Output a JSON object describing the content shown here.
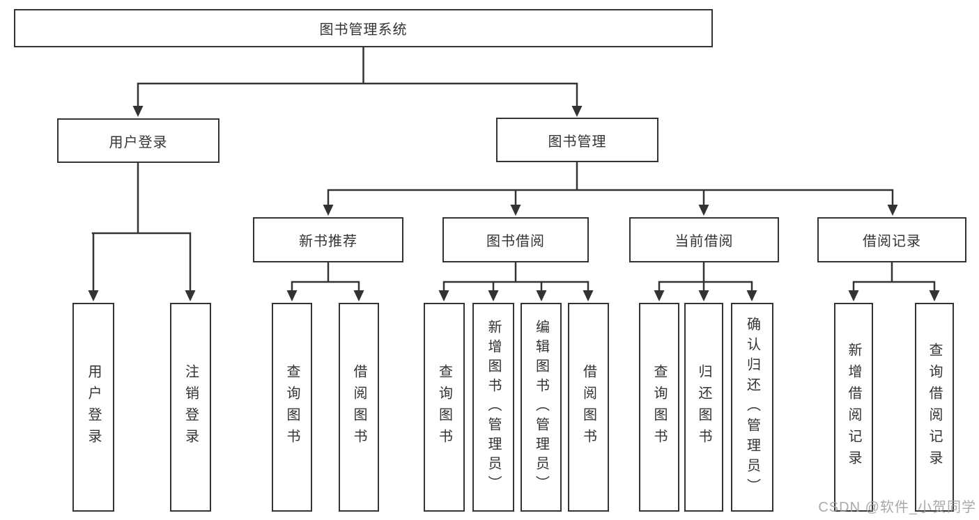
{
  "diagram": {
    "type": "hierarchy-tree",
    "title": "图书管理系统",
    "colors": {
      "line": "#333333",
      "box_border": "#333333",
      "box_fill": "#ffffff",
      "text": "#333333",
      "watermark": "#9d9d9d"
    },
    "nodes": {
      "root": {
        "label": "图书管理系统"
      },
      "userLogin": {
        "label": "用户登录"
      },
      "bookMgmt": {
        "label": "图书管理"
      },
      "newBookRec": {
        "label": "新书推荐"
      },
      "bookBorrow": {
        "label": "图书借阅"
      },
      "currentBorrow": {
        "label": "当前借阅"
      },
      "borrowRecords": {
        "label": "借阅记录"
      },
      "leafUserLogin": {
        "label": "用户登录"
      },
      "leafLogout": {
        "label": "注销登录"
      },
      "recQuery": {
        "label": "查询图书"
      },
      "recBorrow": {
        "label": "借阅图书"
      },
      "bbQuery": {
        "label": "查询图书"
      },
      "bbAdd": {
        "label": "新增图书（管理员）"
      },
      "bbEdit": {
        "label": "编辑图书（管理员）"
      },
      "bbBorrow": {
        "label": "借阅图书"
      },
      "cbQuery": {
        "label": "查询图书"
      },
      "cbReturn": {
        "label": "归还图书"
      },
      "cbConfirm": {
        "label": "确认归还（管理员）"
      },
      "brAdd": {
        "label": "新增借阅记录"
      },
      "brQuery": {
        "label": "查询借阅记录"
      }
    },
    "hierarchy": {
      "图书管理系统": {
        "用户登录": [
          "用户登录",
          "注销登录"
        ],
        "图书管理": {
          "新书推荐": [
            "查询图书",
            "借阅图书"
          ],
          "图书借阅": [
            "查询图书",
            "新增图书（管理员）",
            "编辑图书（管理员）",
            "借阅图书"
          ],
          "当前借阅": [
            "查询图书",
            "归还图书",
            "确认归还（管理员）"
          ],
          "借阅记录": [
            "新增借阅记录",
            "查询借阅记录"
          ]
        }
      }
    }
  },
  "watermark": {
    "text": "CSDN @软件_小贺同学"
  }
}
